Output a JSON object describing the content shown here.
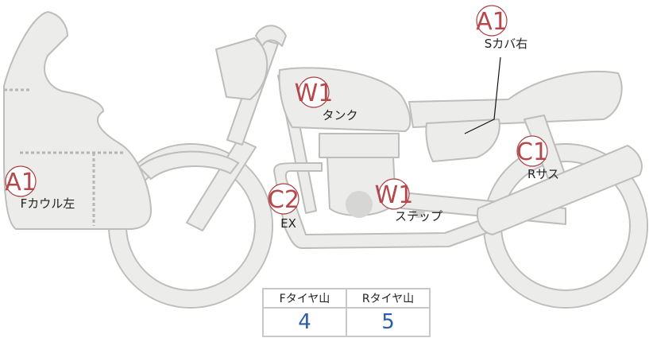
{
  "parts": [
    {
      "id": "f-cowl-left",
      "grade": "A1",
      "label": "Fカウル左"
    },
    {
      "id": "s-cover-right",
      "grade": "A1",
      "label": "Sカバ右"
    },
    {
      "id": "tank",
      "grade": "W1",
      "label": "タンク"
    },
    {
      "id": "exhaust",
      "grade": "C2",
      "label": "EX"
    },
    {
      "id": "step",
      "grade": "W1",
      "label": "ステップ"
    },
    {
      "id": "r-suspension",
      "grade": "C1",
      "label": "Rサス"
    }
  ],
  "tread_table": {
    "headers": [
      "Fタイヤ山",
      "Rタイヤ山"
    ],
    "values": [
      "4",
      "5"
    ]
  },
  "colors": {
    "grade": "#b5484b",
    "tread_value": "#2b5da8",
    "body": "#ececea"
  }
}
